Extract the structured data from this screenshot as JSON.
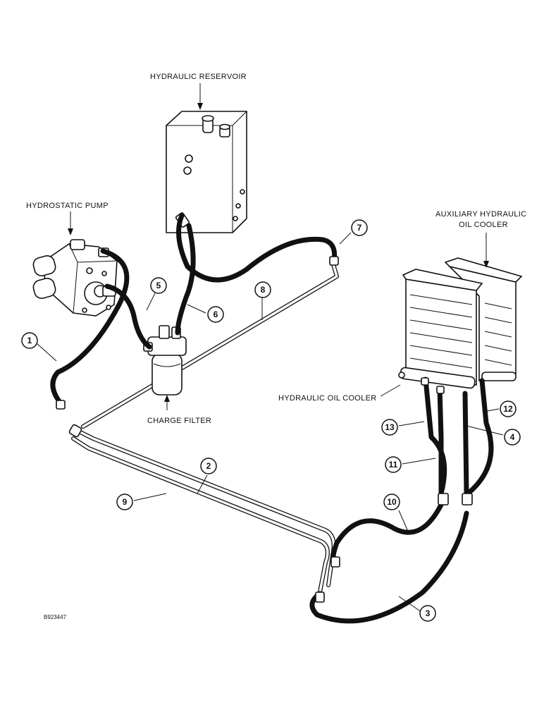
{
  "labels": {
    "reservoir": "HYDRAULIC RESERVOIR",
    "pump": "HYDROSTATIC PUMP",
    "aux_cooler_line1": "AUXILIARY HYDRAULIC",
    "aux_cooler_line2": "OIL COOLER",
    "charge_filter": "CHARGE FILTER",
    "oil_cooler": "HYDRAULIC OIL COOLER",
    "figure_code": "B923447"
  },
  "callouts": [
    "1",
    "2",
    "3",
    "4",
    "5",
    "6",
    "7",
    "8",
    "9",
    "10",
    "11",
    "12",
    "13"
  ]
}
